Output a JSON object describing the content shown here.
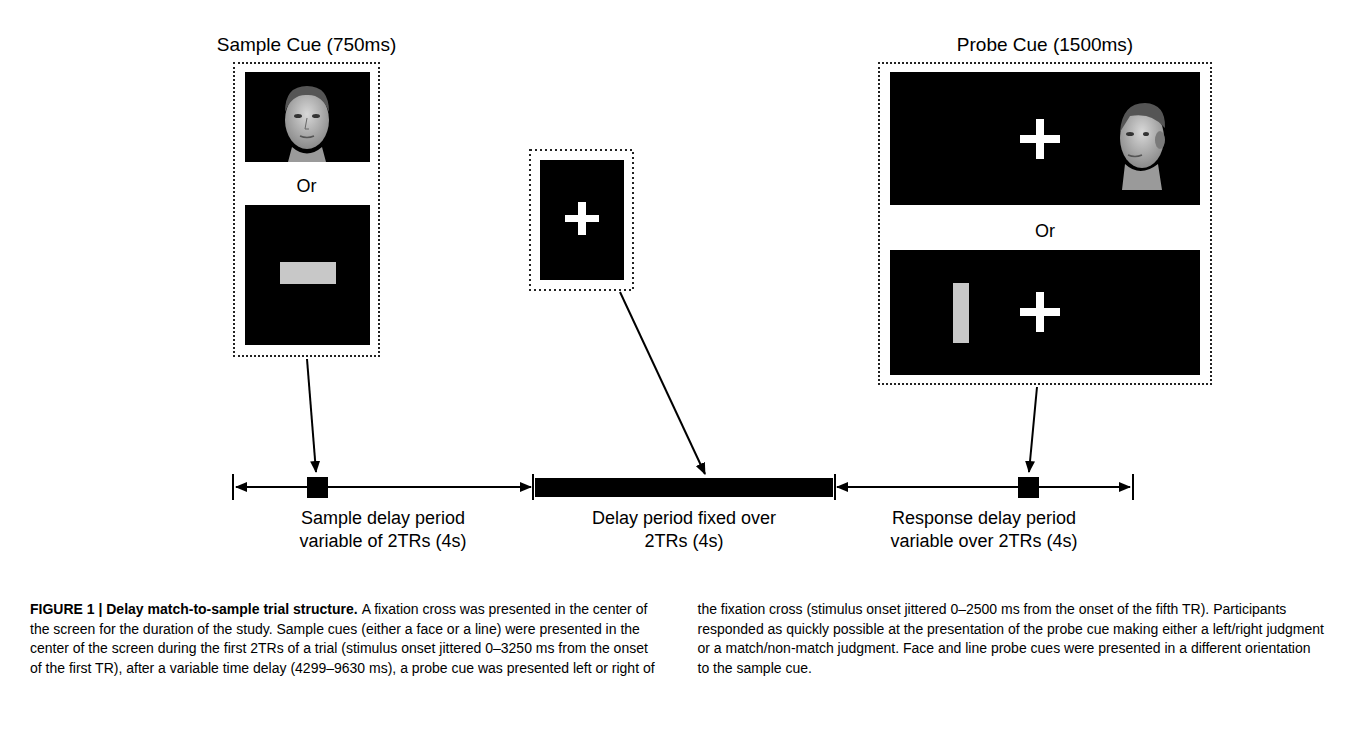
{
  "diagram": {
    "title": "FIGURE 1 | Delay match-to-sample trial structure.",
    "caption": "A fixation cross was presented in the center of the screen for the duration of the study. Sample cues (either a face or a line) were presented in the center of the screen during the first 2TRs of a trial (stimulus onset jittered 0–3250 ms from the onset of the first TR), after a variable time delay (4299–9630 ms), a probe cue was presented left or right of the fixation cross (stimulus onset jittered 0–2500 ms from the onset of the fifth TR). Participants responded as quickly possible at the presentation of the probe cue making either a left/right judgment or a match/non-match judgment. Face and line probe cues were presented in a different orientation to the sample cue.",
    "nodes": [
      {
        "text": [
          "Sample Cue (750ms)",
          "Or"
        ]
      },
      {
        "text": [
          "Probe Cue (1500ms)",
          "Or"
        ]
      }
    ],
    "labels": [
      "Sample delay period variable of 2TRs (4s)",
      "Delay period fixed over 2TRs (4s)",
      "Response delay period variable over 2TRs (4s)"
    ]
  }
}
